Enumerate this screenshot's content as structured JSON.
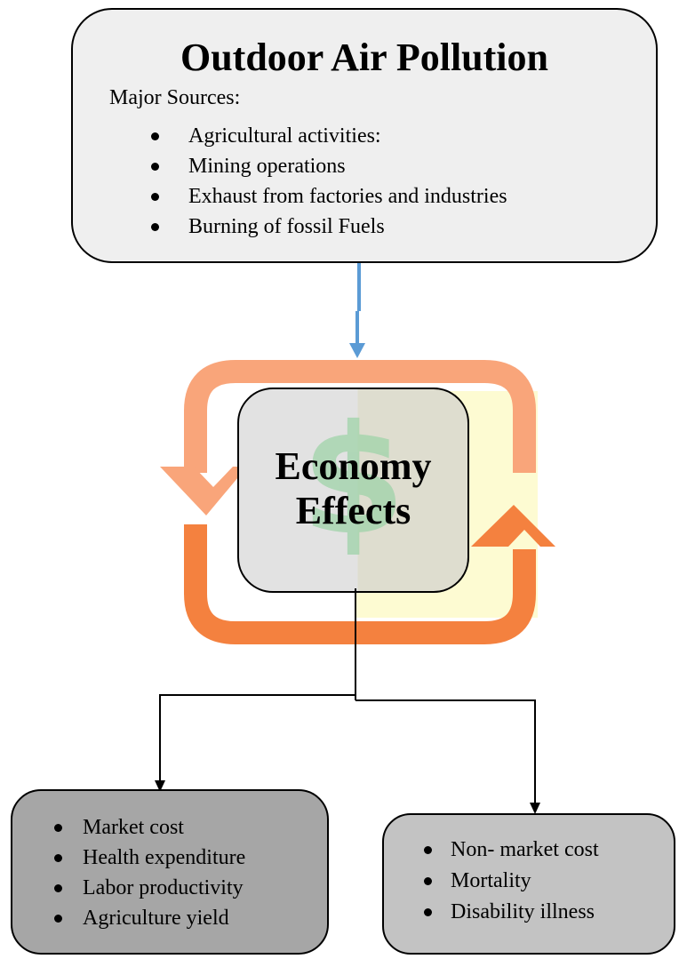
{
  "top_box": {
    "title": "Outdoor Air Pollution",
    "subtitle": "Major Sources:",
    "items": [
      "Agricultural activities:",
      "Mining operations",
      "Exhaust from factories and industries",
      "Burning of fossil Fuels"
    ]
  },
  "center": {
    "label_line1": "Economy",
    "label_line2": "Effects",
    "symbol": "$",
    "icon": "dollar-cycle-arrows-icon"
  },
  "left_box": {
    "items": [
      "Market cost",
      "Health expenditure",
      "Labor productivity",
      "Agriculture yield"
    ]
  },
  "right_box": {
    "items": [
      "Non- market cost",
      "Mortality",
      "Disability illness"
    ]
  },
  "colors": {
    "top_box_fill": "#efefef",
    "left_box_fill": "#a6a6a6",
    "right_box_fill": "#c3c3c3",
    "arrow_blue": "#5b9bd5",
    "cycle_light": "#f9a57a",
    "cycle_dark": "#f4813f",
    "cycle_cream": "#fdfbd2",
    "dollar_green": "#9fd3a9"
  }
}
